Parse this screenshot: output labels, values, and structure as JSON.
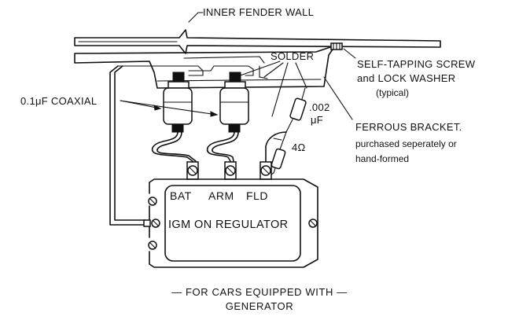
{
  "labels": {
    "inner_fender_wall": "INNER FENDER WALL",
    "solder": "SOLDER",
    "self_tapping_screw_l1": "SELF-TAPPING SCREW",
    "self_tapping_screw_l2": "and LOCK WASHER",
    "self_tapping_screw_l3": "(typical)",
    "coaxial": "0.1μF COAXIAL",
    "cap_value_l1": ".002",
    "cap_value_l2": "μF",
    "resistor_value": "4Ω",
    "ferrous_bracket_l1": "FERROUS BRACKET.",
    "ferrous_bracket_l2": "purchased seperately or",
    "ferrous_bracket_l3": "hand-formed"
  },
  "regulator": {
    "terminals": [
      "BAT",
      "ARM",
      "FLD"
    ],
    "name": "IGM ON REGULATOR"
  },
  "caption": {
    "line1": "— FOR CARS EQUIPPED WITH —",
    "line2": "GENERATOR"
  }
}
